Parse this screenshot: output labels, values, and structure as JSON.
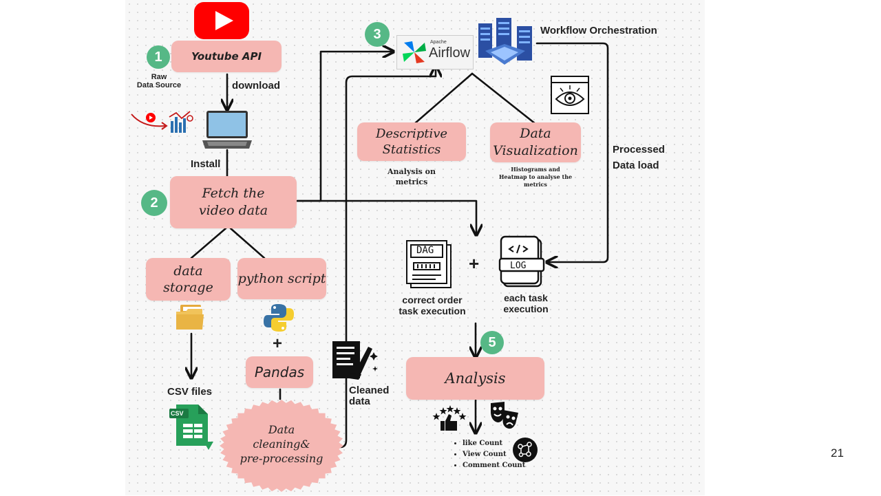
{
  "steps": [
    "1",
    "2",
    "3",
    "5"
  ],
  "nodes": {
    "youtube_api": "Youtube API",
    "fetch_line1": "Fetch the",
    "fetch_line2": "video data",
    "data_storage_line1": "data",
    "data_storage_line2": "storage",
    "python_script": "python script",
    "pandas": "Pandas",
    "cleaning_line1": "Data",
    "cleaning_line2": "cleaning&",
    "cleaning_line3": "pre-processing",
    "descriptive_line1": "Descriptive",
    "descriptive_line2": "Statistics",
    "visualization_line1": "Data",
    "visualization_line2": "Visualization",
    "analysis": "Analysis",
    "airflow_small": "Apache",
    "airflow_big": "Airflow",
    "dag_label": "DAG",
    "log_label": "LOG"
  },
  "labels": {
    "raw_line1": "Raw",
    "raw_line2": "Data Source",
    "download": "download",
    "install": "Install",
    "csv_files": "CSV files",
    "csv_icon": "CSV",
    "cleaned_line1": "Cleaned",
    "cleaned_line2": "data",
    "workflow": "Workflow Orchestration",
    "processed_line1": "Processed",
    "processed_line2": "Data load",
    "analysis_metrics_line1": "Analysis on",
    "analysis_metrics_line2": "metrics",
    "hist_line1": "Histograms and",
    "hist_line2": "Heatmap to analyse the",
    "hist_line3": "metrics",
    "correct_line1": "correct order",
    "correct_line2": "task execution",
    "each_line1": "each task",
    "each_line2": "execution",
    "plus": "+"
  },
  "metrics": [
    "like Count",
    "View Count",
    "Comment Count"
  ],
  "page_number": "21",
  "colors": {
    "box": "#f5b7b3",
    "badge": "#56b886",
    "youtube": "#ff0000",
    "line": "#111111"
  }
}
